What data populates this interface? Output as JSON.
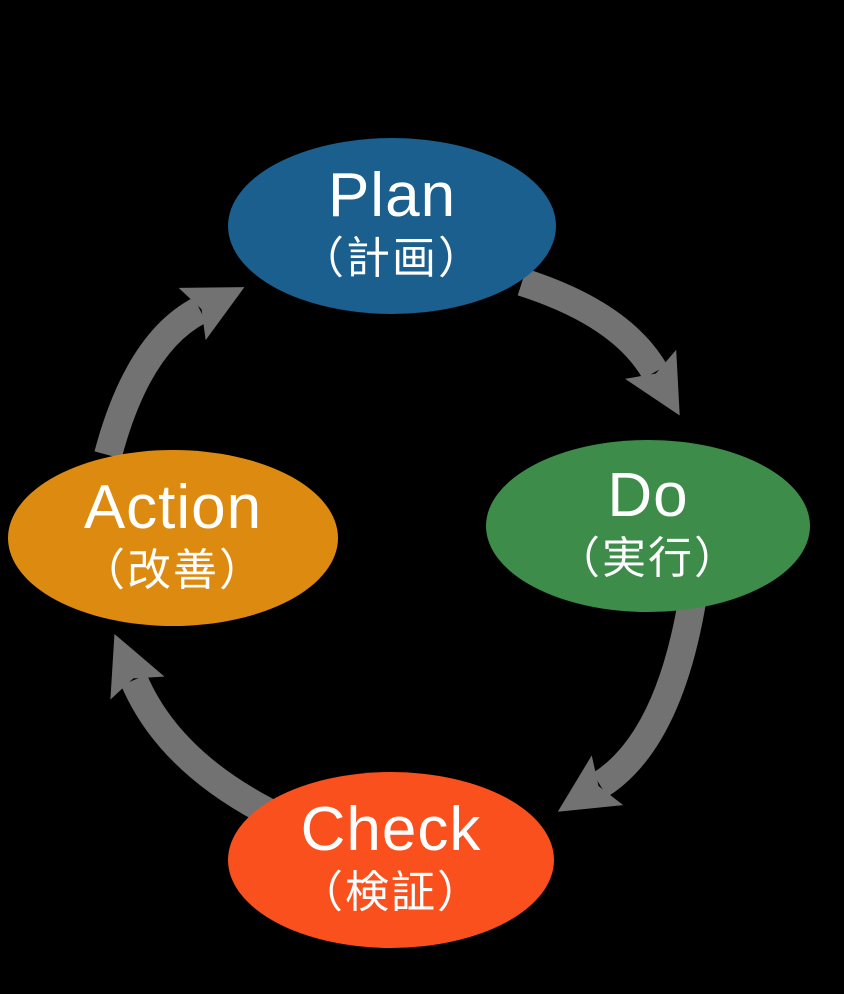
{
  "diagram": {
    "type": "cycle",
    "background": "#000000",
    "text_color": "#ffffff",
    "nodes": [
      {
        "id": "plan",
        "label": "Plan",
        "sublabel": "（計画）",
        "color": "#1a5f8e"
      },
      {
        "id": "do",
        "label": "Do",
        "sublabel": "（実行）",
        "color": "#3d8c4a"
      },
      {
        "id": "check",
        "label": "Check",
        "sublabel": "（検証）",
        "color": "#f9501e"
      },
      {
        "id": "action",
        "label": "Action",
        "sublabel": "（改善）",
        "color": "#dc8b10"
      }
    ],
    "arrows": {
      "color": "#727272",
      "flow": [
        {
          "from": "Plan",
          "to": "Do"
        },
        {
          "from": "Do",
          "to": "Check"
        },
        {
          "from": "Check",
          "to": "Action"
        },
        {
          "from": "Action",
          "to": "Plan"
        }
      ]
    }
  }
}
